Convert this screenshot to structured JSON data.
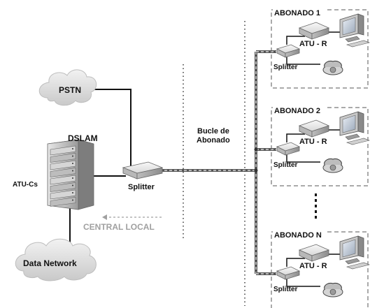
{
  "labels": {
    "pstn": "PSTN",
    "dslam": "DSLAM",
    "atu_cs": "ATU-Cs",
    "splitter_central": "Splitter",
    "data_network": "Data Network",
    "central_local": "CENTRAL LOCAL",
    "bucle_line1": "Bucle de",
    "bucle_line2": "Abonado",
    "ellipsis": ":"
  },
  "subscribers": [
    {
      "title": "ABONADO 1",
      "atu": "ATU - R",
      "splitter": "Splitter"
    },
    {
      "title": "ABONADO 2",
      "atu": "ATU - R",
      "splitter": "Splitter"
    },
    {
      "title": "ABONADO N",
      "atu": "ATU - R",
      "splitter": "Splitter"
    }
  ]
}
